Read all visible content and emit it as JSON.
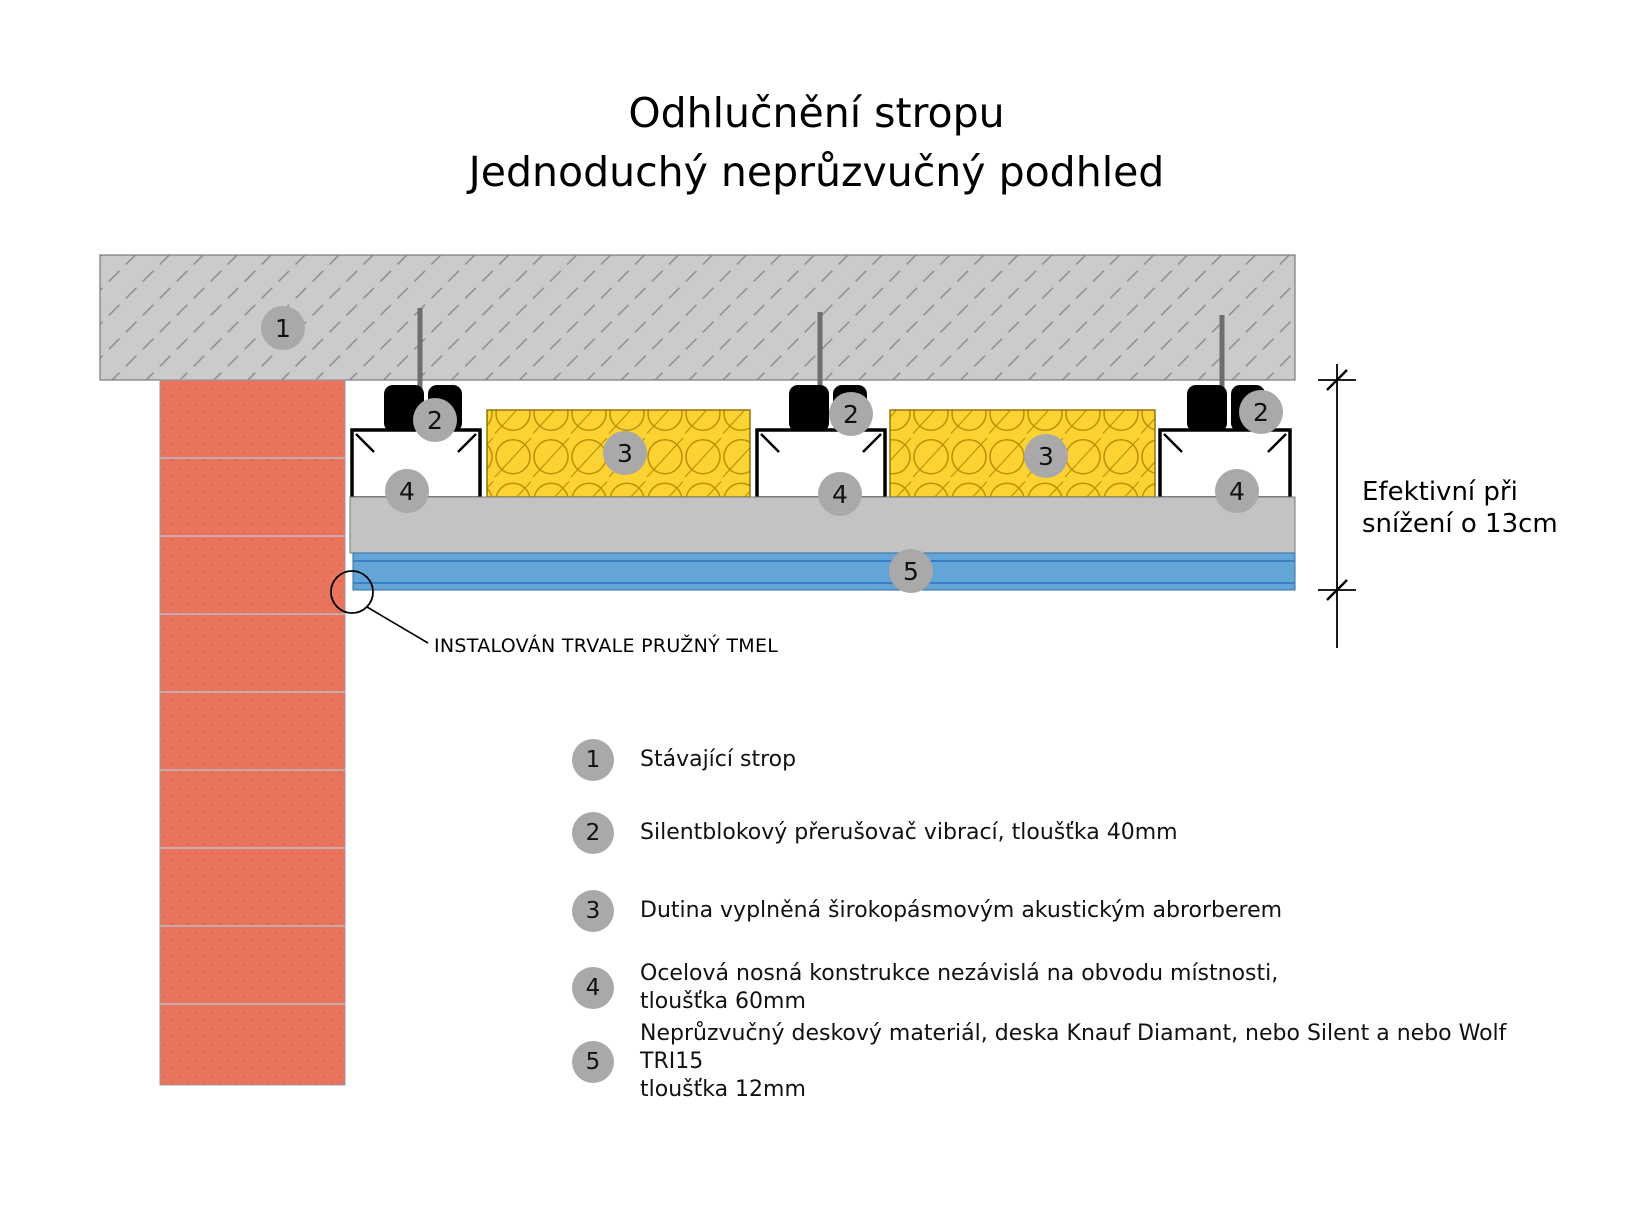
{
  "title": {
    "line1": "Odhlučnění stropu",
    "line2": "Jednoduchý neprůzvučný podhled"
  },
  "diagram": {
    "badge_labels": {
      "slab": "1",
      "isolator": "2",
      "absorber": "3",
      "frame": "4",
      "board": "5"
    },
    "callout": "INSTALOVÁN TRVALE PRUŽNÝ TMEL",
    "dimension": {
      "line1": "Efektivní při",
      "line2": "snížení o 13cm"
    }
  },
  "legend": [
    {
      "num": "1",
      "text": "Stávající strop"
    },
    {
      "num": "2",
      "text": "Silentblokový přerušovač vibrací, tloušťka 40mm"
    },
    {
      "num": "3",
      "text": "Dutina vyplněná širokopásmovým akustickým abrorberem"
    },
    {
      "num": "4",
      "text": "Ocelová nosná konstrukce nezávislá na obvodu místnosti,\ntloušťka 60mm"
    },
    {
      "num": "5",
      "text": "Neprůzvučný deskový materiál, deska Knauf Diamant, nebo Silent a nebo Wolf TRI15\ntloušťka 12mm"
    }
  ],
  "colors": {
    "concrete": "#cbcbcb",
    "brick": "#e8745e",
    "insulation": "#fdd233",
    "board_gray": "#c3c3c3",
    "board_blue": "#64a5d8",
    "badge": "#a9a9a9",
    "isolator": "#000000"
  }
}
